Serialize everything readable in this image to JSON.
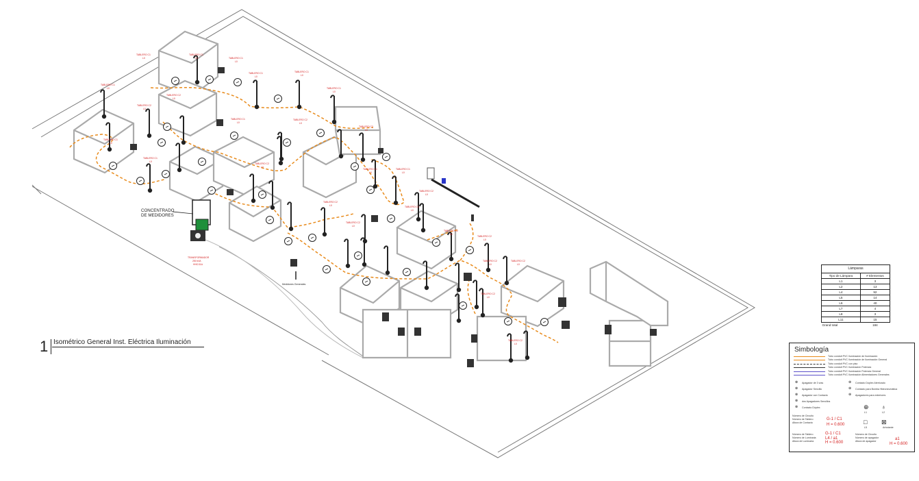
{
  "drawing": {
    "concentrator_label": [
      "CONCENTRADO",
      "DE MEDIDORES"
    ],
    "transformer_label": [
      "TRANSFORMADOR",
      "250 kVA",
      "HHC/11A"
    ],
    "meters_label": "Medidores Generales",
    "circuit_label_prefix": "TABLERO C1",
    "circuit_label_sub": "L0",
    "labels": [
      {
        "text": "TABLERO C1",
        "sub": "L0"
      },
      {
        "text": "TABLERO C1",
        "sub": "L0"
      },
      {
        "text": "TABLERO C1",
        "sub": "L0"
      },
      {
        "text": "TABLERO C1",
        "sub": "L0"
      },
      {
        "text": "TABLERO C1",
        "sub": "L0"
      },
      {
        "text": "TABLERO C1",
        "sub": "L0"
      },
      {
        "text": "TABLERO C2",
        "sub": "L0"
      },
      {
        "text": "TABLERO C1",
        "sub": "L0"
      },
      {
        "text": "TABLERO C2",
        "sub": "L0"
      },
      {
        "text": "TABLERO C2",
        "sub": "L0"
      },
      {
        "text": "TABLERO C1",
        "sub": "L0"
      },
      {
        "text": "TABLERO C1",
        "sub": "L0"
      },
      {
        "text": "TABLERO C1",
        "sub": "L0"
      },
      {
        "text": "TABLERO C2",
        "sub": "L0"
      },
      {
        "text": "TABLERO C2",
        "sub": "L0"
      },
      {
        "text": "TABLERO C1",
        "sub": "L0"
      },
      {
        "text": "TABLERO C1",
        "sub": "L0"
      },
      {
        "text": "TABLERO C2",
        "sub": "L0"
      },
      {
        "text": "TABLERO C2",
        "sub": "L0"
      },
      {
        "text": "TABLERO C2",
        "sub": "L0"
      },
      {
        "text": "TABLERO C2",
        "sub": "L0"
      },
      {
        "text": "TABLERO C2",
        "sub": "L0"
      },
      {
        "text": "TABLERO C2",
        "sub": "L0"
      },
      {
        "text": "TABLERO C2",
        "sub": "L0"
      },
      {
        "text": "TABLERO C2",
        "sub": "L0"
      },
      {
        "text": "TABLERO C2",
        "sub": "L0"
      },
      {
        "text": "TABLERO C2",
        "sub": "L0"
      }
    ]
  },
  "title": {
    "number": "1",
    "text": "Isométrico General Inst. Eléctrica Iluminación"
  },
  "lamp_table": {
    "caption": "Lámparas",
    "col1": "Tipo de Lámpara",
    "col2": "# Elementos",
    "rows": [
      {
        "type": "L1",
        "count": "3"
      },
      {
        "type": "L2",
        "count": "13"
      },
      {
        "type": "L4",
        "count": "92"
      },
      {
        "type": "L5",
        "count": "14"
      },
      {
        "type": "L6",
        "count": "40"
      },
      {
        "type": "L7",
        "count": "4"
      },
      {
        "type": "L8",
        "count": "3"
      },
      {
        "type": "L11",
        "count": "15"
      }
    ],
    "grand_total_label": "Grand total",
    "grand_total_value": "184"
  },
  "legend": {
    "title": "Simbología",
    "lines": [
      {
        "text": "Tubo conduit PVC Iluminación de Iluminación",
        "color": "#e88a1a"
      },
      {
        "text": "Tubo conduit PVC Iluminación de Iluminación General",
        "color": "#e88a1a"
      },
      {
        "text": "Tubo conduit PVC con piso",
        "color": "#333333"
      },
      {
        "text": "Tubo conduit PVC Iluminación Potencia",
        "color": "#333333"
      },
      {
        "text": "Tubo conduit PVC Iluminación Potencia General",
        "color": "#5b4fc9"
      },
      {
        "text": "Tubo conduit PVC Iluminación Alimentadores Generales",
        "color": "#5b4fc9"
      }
    ],
    "symbols_left": [
      "Apagador de 3 vías",
      "Apagador Sencillo",
      "Apagador con Contacto",
      "dos Apagadores Sencillos",
      "Contacto Dúplex"
    ],
    "symbols_right": [
      "Contacto Dúplex Aterrizado",
      "Contacto para Bomba Hidroneumática",
      "Apagadores para exteriores"
    ],
    "lamp_syms": [
      "L1",
      "L2",
      "L5",
      "Arbotante"
    ],
    "notes_a": [
      "Número de Circuito",
      "Número de Tablero",
      "Altura de Contacto"
    ],
    "notes_a_red": [
      "G-1 / C1",
      "H = 0.600"
    ],
    "notes_b": [
      "Número de Tablero",
      "Número de Luminaria",
      "Altura de Luminaria"
    ],
    "notes_b_red": [
      "G-1 / C1",
      "L4 / a1",
      "H = 0.600"
    ],
    "notes_c": [
      "Número de Circuito",
      "Número de apagador",
      "Altura de apagador"
    ],
    "notes_c_red": [
      "a1",
      "H = 0.600"
    ]
  }
}
